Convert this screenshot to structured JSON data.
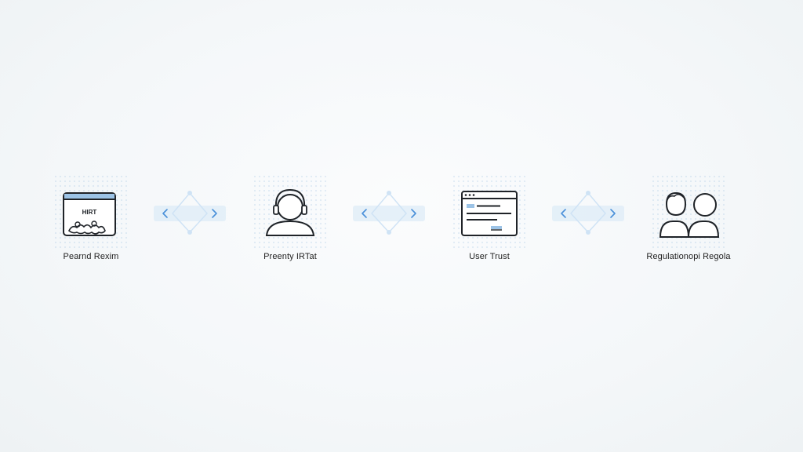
{
  "diagram": {
    "nodes": [
      {
        "id": "n1",
        "icon": "browser-window-image-icon",
        "icon_text": "HIRT",
        "label": "Pearnd Rexim"
      },
      {
        "id": "n2",
        "icon": "user-headset-icon",
        "label": "Preenty IRTat"
      },
      {
        "id": "n3",
        "icon": "document-window-icon",
        "label": "User Trust"
      },
      {
        "id": "n4",
        "icon": "two-users-icon",
        "label": "Regulationopi Regola"
      }
    ],
    "connectors": [
      {
        "from": "n1",
        "to": "n2",
        "icon": "bidirectional-arrows-icon"
      },
      {
        "from": "n2",
        "to": "n3",
        "icon": "bidirectional-arrows-icon"
      },
      {
        "from": "n3",
        "to": "n4",
        "icon": "bidirectional-arrows-icon"
      }
    ],
    "colors": {
      "icon_stroke": "#1f2328",
      "accent": "#4a90d9",
      "accent_light": "#cfe3f5",
      "background": "#f5f8fa"
    }
  }
}
